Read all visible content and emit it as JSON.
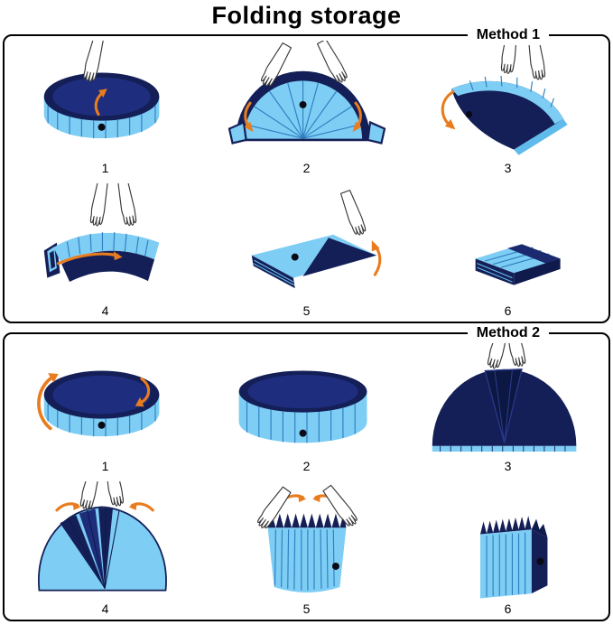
{
  "title": "Folding storage",
  "colors": {
    "dark_blue": "#141f57",
    "inner_blue": "#1e2d7d",
    "light_blue": "#7ecdf4",
    "panel_line_blue": "#2f7fc1",
    "arrow_orange": "#e87c1e",
    "border_black": "#000000",
    "background": "#ffffff"
  },
  "methods": [
    {
      "label": "Method 1",
      "steps": [
        {
          "number": "1",
          "illustration": "open-round-pool-hand-press"
        },
        {
          "number": "2",
          "illustration": "walls-folded-down-dome"
        },
        {
          "number": "3",
          "illustration": "pool-folded-in-half"
        },
        {
          "number": "4",
          "illustration": "rolling-accordion-fold"
        },
        {
          "number": "5",
          "illustration": "flat-wedge-final-fold"
        },
        {
          "number": "6",
          "illustration": "compact-folded-bundle"
        }
      ]
    },
    {
      "label": "Method 2",
      "steps": [
        {
          "number": "1",
          "illustration": "round-pool-push-walls-inward"
        },
        {
          "number": "2",
          "illustration": "upright-pool-cylinder"
        },
        {
          "number": "3",
          "illustration": "pull-one-segment-top-view"
        },
        {
          "number": "4",
          "illustration": "fan-fold-segments-top-view"
        },
        {
          "number": "5",
          "illustration": "gather-accordion-pleats"
        },
        {
          "number": "6",
          "illustration": "upright-accordion-bundle"
        }
      ]
    }
  ]
}
